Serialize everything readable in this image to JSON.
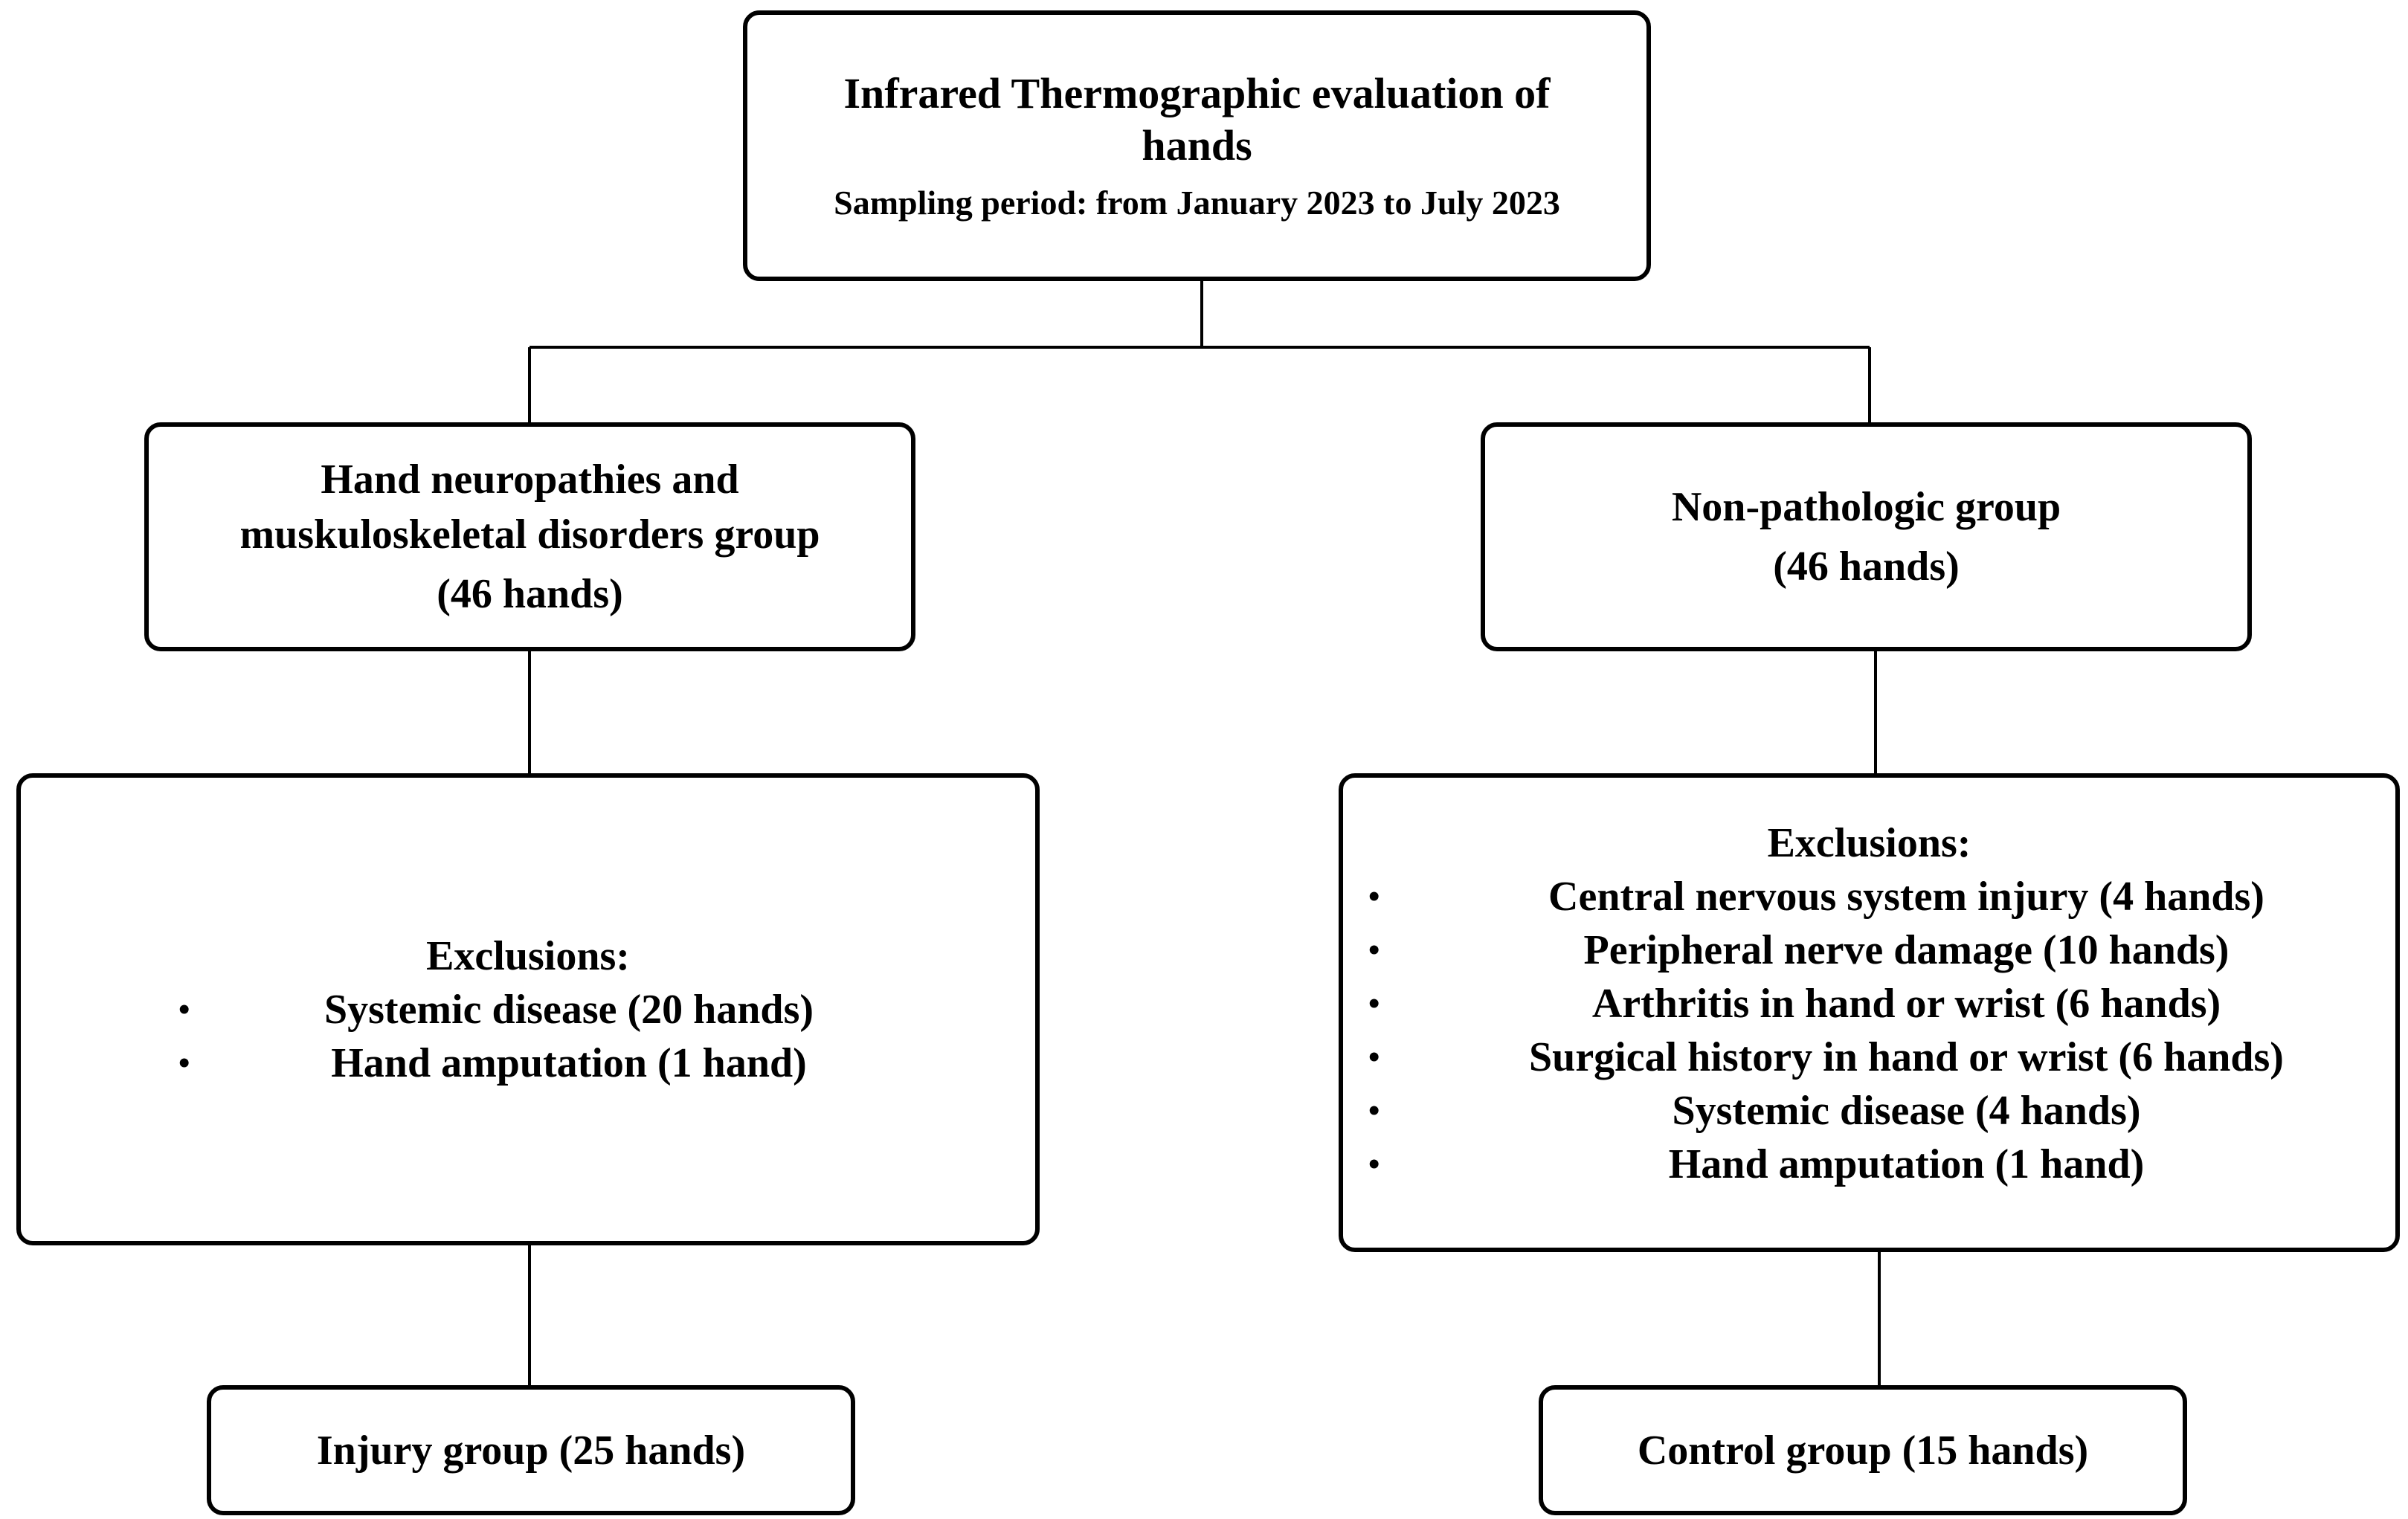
{
  "top_box": {
    "title": "Infrared Thermographic evaluation of hands",
    "subtitle": "Sampling period: from January 2023 to July 2023"
  },
  "left_group": {
    "title": "Hand neuropathies and muskuloskeletal disorders group",
    "count": "(46 hands)"
  },
  "right_group": {
    "title": "Non-pathologic group",
    "count": "(46 hands)"
  },
  "left_exclusions": {
    "heading": "Exclusions:",
    "items": [
      "Systemic disease (20 hands)",
      "Hand amputation (1 hand)"
    ]
  },
  "right_exclusions": {
    "heading": "Exclusions:",
    "items": [
      "Central nervous system injury (4 hands)",
      "Peripheral nerve damage (10 hands)",
      "Arthritis in hand or wrist (6 hands)",
      "Surgical history in hand or wrist (6 hands)",
      "Systemic disease (4 hands)",
      "Hand amputation (1 hand)"
    ]
  },
  "left_final": {
    "label": "Injury group (25 hands)"
  },
  "right_final": {
    "label": "Control group (15 hands)"
  },
  "colors": {
    "border": "#000000",
    "background": "#ffffff",
    "text": "#000000"
  }
}
